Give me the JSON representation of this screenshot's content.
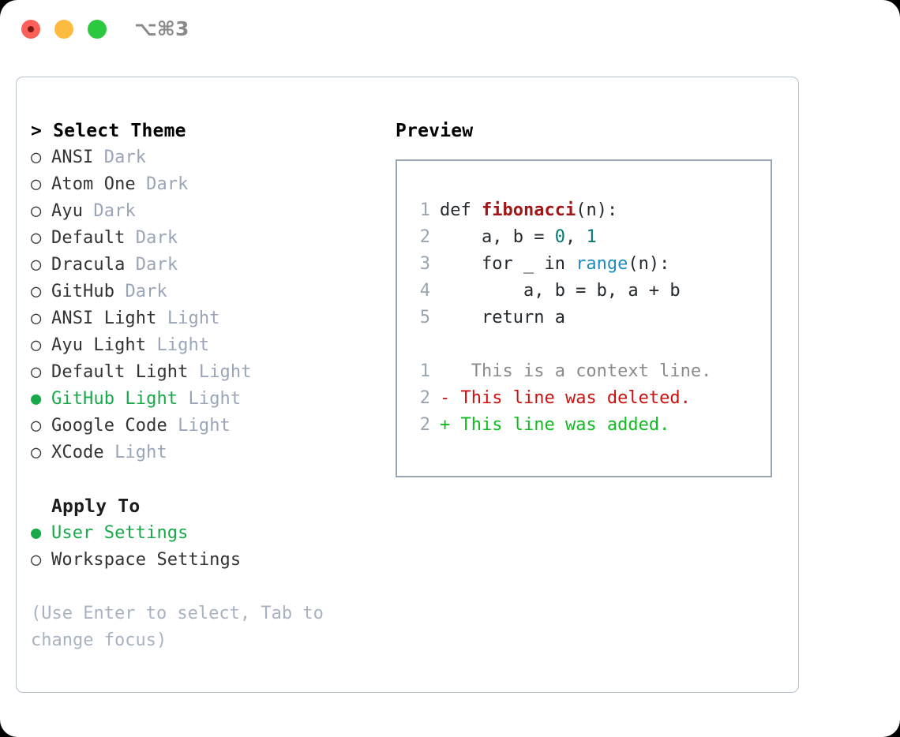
{
  "titlebar": {
    "shortcut": "⌥⌘3",
    "lights": [
      "close-red",
      "minimize-yellow",
      "zoom-green"
    ]
  },
  "theme_picker": {
    "header": "> Select Theme",
    "items": [
      {
        "marker": "○",
        "label": "ANSI",
        "variant": "Dark",
        "selected": false
      },
      {
        "marker": "○",
        "label": "Atom One",
        "variant": "Dark",
        "selected": false
      },
      {
        "marker": "○",
        "label": "Ayu",
        "variant": "Dark",
        "selected": false
      },
      {
        "marker": "○",
        "label": "Default",
        "variant": "Dark",
        "selected": false
      },
      {
        "marker": "○",
        "label": "Dracula",
        "variant": "Dark",
        "selected": false
      },
      {
        "marker": "○",
        "label": "GitHub",
        "variant": "Dark",
        "selected": false
      },
      {
        "marker": "○",
        "label": "ANSI Light",
        "variant": "Light",
        "selected": false
      },
      {
        "marker": "○",
        "label": "Ayu Light",
        "variant": "Light",
        "selected": false
      },
      {
        "marker": "○",
        "label": "Default Light",
        "variant": "Light",
        "selected": false
      },
      {
        "marker": "●",
        "label": "GitHub Light",
        "variant": "Light",
        "selected": true
      },
      {
        "marker": "○",
        "label": "Google Code",
        "variant": "Light",
        "selected": false
      },
      {
        "marker": "○",
        "label": "XCode",
        "variant": "Light",
        "selected": false
      }
    ]
  },
  "apply_to": {
    "header": "Apply To",
    "items": [
      {
        "marker": "●",
        "label": "User Settings",
        "selected": true
      },
      {
        "marker": "○",
        "label": "Workspace Settings",
        "selected": false
      }
    ]
  },
  "hint": "(Use Enter to select, Tab to change focus)",
  "preview": {
    "title": "Preview",
    "code_lines": [
      {
        "num": "1",
        "segments": [
          {
            "text": "def ",
            "style": "plain"
          },
          {
            "text": "fibonacci",
            "style": "fn"
          },
          {
            "text": "(n):",
            "style": "plain"
          }
        ]
      },
      {
        "num": "2",
        "segments": [
          {
            "text": "    a, b = ",
            "style": "plain"
          },
          {
            "text": "0",
            "style": "num"
          },
          {
            "text": ", ",
            "style": "plain"
          },
          {
            "text": "1",
            "style": "num"
          }
        ]
      },
      {
        "num": "3",
        "segments": [
          {
            "text": "    for _ in ",
            "style": "plain"
          },
          {
            "text": "range",
            "style": "call"
          },
          {
            "text": "(n):",
            "style": "plain"
          }
        ]
      },
      {
        "num": "4",
        "segments": [
          {
            "text": "        a, b = b, a + b",
            "style": "plain"
          }
        ]
      },
      {
        "num": "5",
        "segments": [
          {
            "text": "    return a",
            "style": "plain"
          }
        ]
      }
    ],
    "diff_lines": [
      {
        "num": "1",
        "marker": " ",
        "text": "  This is a context line.",
        "kind": "context"
      },
      {
        "num": "2",
        "marker": "-",
        "text": " This line was deleted.",
        "kind": "deleted"
      },
      {
        "num": "2",
        "marker": "+",
        "text": " This line was added.",
        "kind": "added"
      }
    ]
  },
  "colors": {
    "accent_green": "#19a84a",
    "variant_gray": "#9aa5b8",
    "hint_gray": "#a9b2c1",
    "border": "#9aa5b2",
    "diff_deleted": "#cc1111",
    "diff_added": "#11bb22",
    "diff_context": "#8b8b8b",
    "token_function": "#a31515",
    "token_number": "#0a7a73",
    "token_call": "#1b8bc4"
  }
}
